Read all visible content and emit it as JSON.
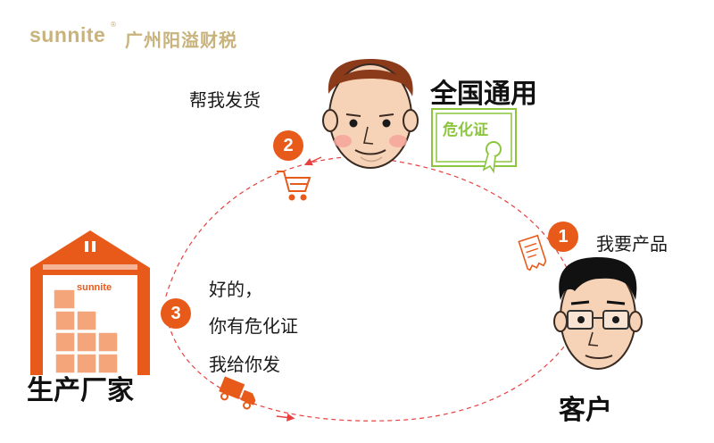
{
  "brand": {
    "logo_text": "sunnite",
    "registered_mark": "®",
    "company_name": "广州阳溢财税",
    "accent_color": "#e85a1a",
    "gold_color": "#c8b37d",
    "cert_color": "#8cc63f"
  },
  "steps": [
    {
      "number": "1",
      "text": "我要产品"
    },
    {
      "number": "2",
      "text": "帮我发货"
    },
    {
      "number": "3",
      "lines": [
        "好的，",
        "你有危化证",
        "我给你发"
      ]
    }
  ],
  "roles": {
    "agent_caption": "全国通用",
    "certificate_label": "危化证",
    "factory_label": "生产厂家",
    "factory_sign": "sunnite",
    "customer_label": "客户"
  },
  "icons": [
    "shopping-cart-icon",
    "receipt-icon",
    "delivery-truck-icon",
    "certificate-icon",
    "warehouse-icon"
  ]
}
